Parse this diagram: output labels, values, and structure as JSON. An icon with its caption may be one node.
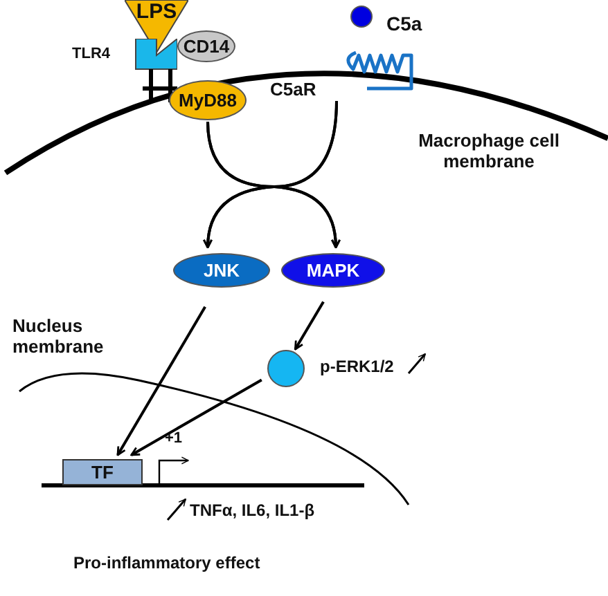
{
  "diagram": {
    "nodes": [
      {
        "text": [
          "LPS"
        ]
      },
      {
        "text": [
          "TLR4"
        ]
      },
      {
        "text": [
          "CD14"
        ]
      },
      {
        "text": [
          "MyD88"
        ]
      },
      {
        "text": [],
        "shape": "circle",
        "beside": [
          "C5a"
        ]
      },
      {
        "text": [
          "C5aR"
        ]
      },
      {
        "text": [
          "JNK"
        ]
      },
      {
        "text": [
          "MAPK"
        ]
      },
      {
        "text": [],
        "shape": "circle",
        "beside": [
          "p-ERK1/2"
        ]
      },
      {
        "text": [
          "TF"
        ]
      }
    ],
    "edges": [
      {
        "from": 3,
        "to": 6,
        "arrow": "to"
      },
      {
        "from": 3,
        "to": 7,
        "arrow": "to"
      },
      {
        "from": 5,
        "to": 6,
        "arrow": "to"
      },
      {
        "from": 5,
        "to": 7,
        "arrow": "to"
      },
      {
        "from": 6,
        "to": 9,
        "arrow": "to"
      },
      {
        "from": 7,
        "to": 8,
        "arrow": "to"
      },
      {
        "from": 8,
        "to": 9,
        "arrow": "to"
      }
    ],
    "labels": [
      "Macrophage cell membrane",
      "Nucleus membrane",
      "+1",
      "TNFα, IL6, IL1-β",
      "Pro-inflammatory effect"
    ]
  }
}
